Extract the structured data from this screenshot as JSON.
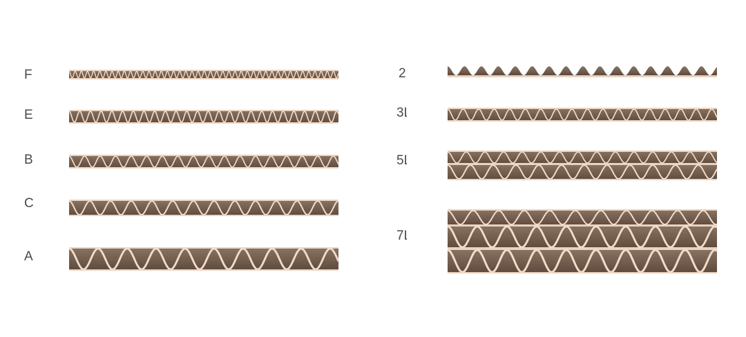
{
  "labels": {
    "f": "F",
    "e": "E",
    "b": "B",
    "c": "C",
    "a": "A",
    "two": "2",
    "three": "3L",
    "five": "5L",
    "seven": "7L"
  },
  "colors": {
    "board": "#7a6555",
    "board_dark": "#5e4a3c",
    "liner": "#ead3c0",
    "flute": "#f2dccb",
    "label": "#4a4a4a"
  }
}
